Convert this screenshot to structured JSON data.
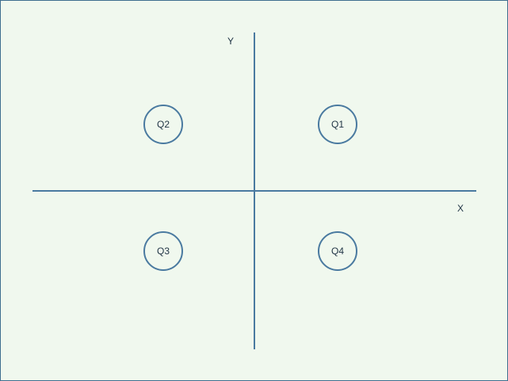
{
  "axes": {
    "x_label": "X",
    "y_label": "Y"
  },
  "quadrants": {
    "q1": "Q1",
    "q2": "Q2",
    "q3": "Q3",
    "q4": "Q4"
  },
  "colors": {
    "background": "#f0f8ee",
    "line": "#4a7aa0",
    "border": "#3f6f8f",
    "text": "#1f3344"
  }
}
